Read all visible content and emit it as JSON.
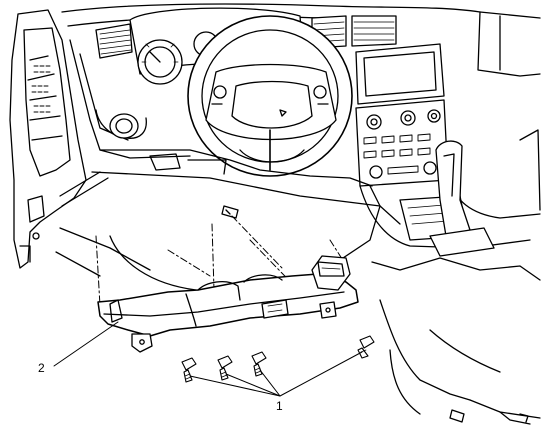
{
  "figure": {
    "callouts": [
      {
        "id": "callout-1",
        "label": "1"
      },
      {
        "id": "callout-2",
        "label": "2"
      }
    ]
  }
}
